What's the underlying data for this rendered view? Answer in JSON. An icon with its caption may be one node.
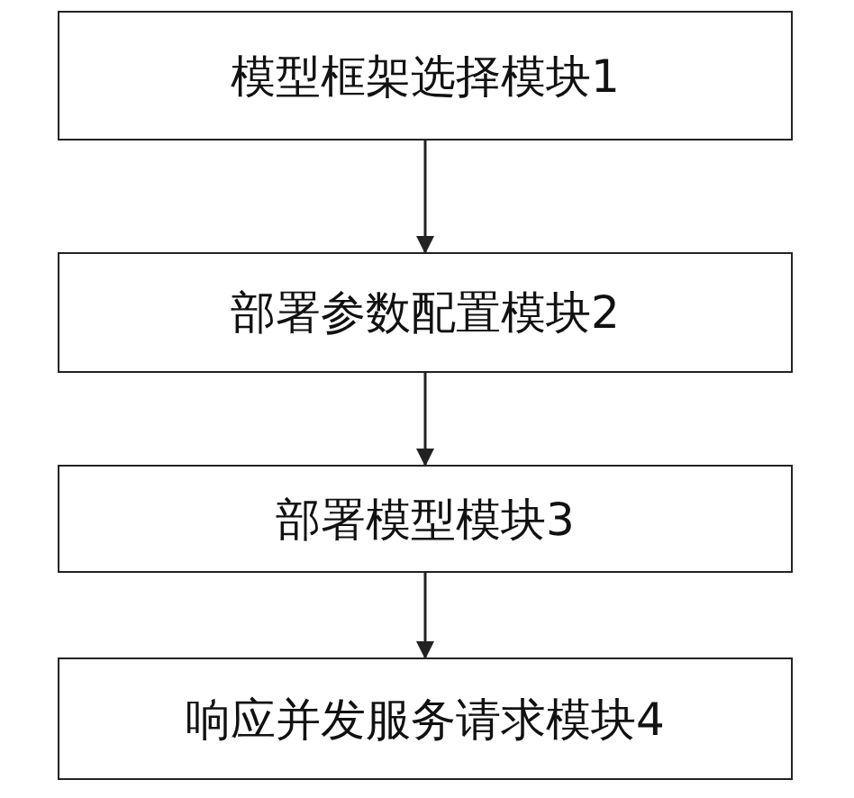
{
  "diagram": {
    "nodes": [
      {
        "text": [
          "模型框架选择模块1"
        ]
      },
      {
        "text": [
          "部署参数配置模块2"
        ]
      },
      {
        "text": [
          "部署模型模块3"
        ]
      },
      {
        "text": [
          "响应并发服务请求模块4"
        ]
      }
    ],
    "edges": [
      {
        "from": 0,
        "to": 1,
        "arrow": "to"
      },
      {
        "from": 1,
        "to": 2,
        "arrow": "to"
      },
      {
        "from": 2,
        "to": 3,
        "arrow": "to"
      }
    ]
  }
}
